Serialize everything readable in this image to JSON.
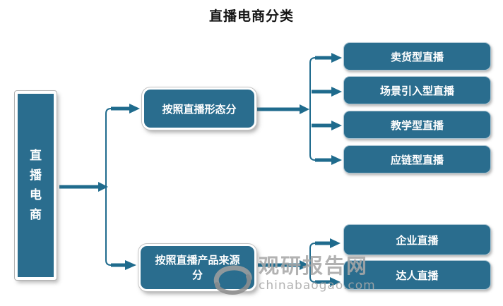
{
  "title": "直播电商分类",
  "colors": {
    "node_fill": "#2a6d8e",
    "connector": "#1f6b8d",
    "watermark_gray": "#a8a8a8"
  },
  "diagram": {
    "root": {
      "label": "直播电商"
    },
    "branches": [
      {
        "label": "按照直播形态分",
        "children": [
          "卖货型直播",
          "场景引入型直播",
          "教学型直播",
          "应链型直播"
        ]
      },
      {
        "label": "按照直播产品来源分",
        "children": [
          "企业直播",
          "达人直播"
        ]
      }
    ]
  },
  "watermark": {
    "site_name": "观研报告网",
    "site_url": "chinabaogao.com",
    "logo": "swirl-globe-logo"
  }
}
